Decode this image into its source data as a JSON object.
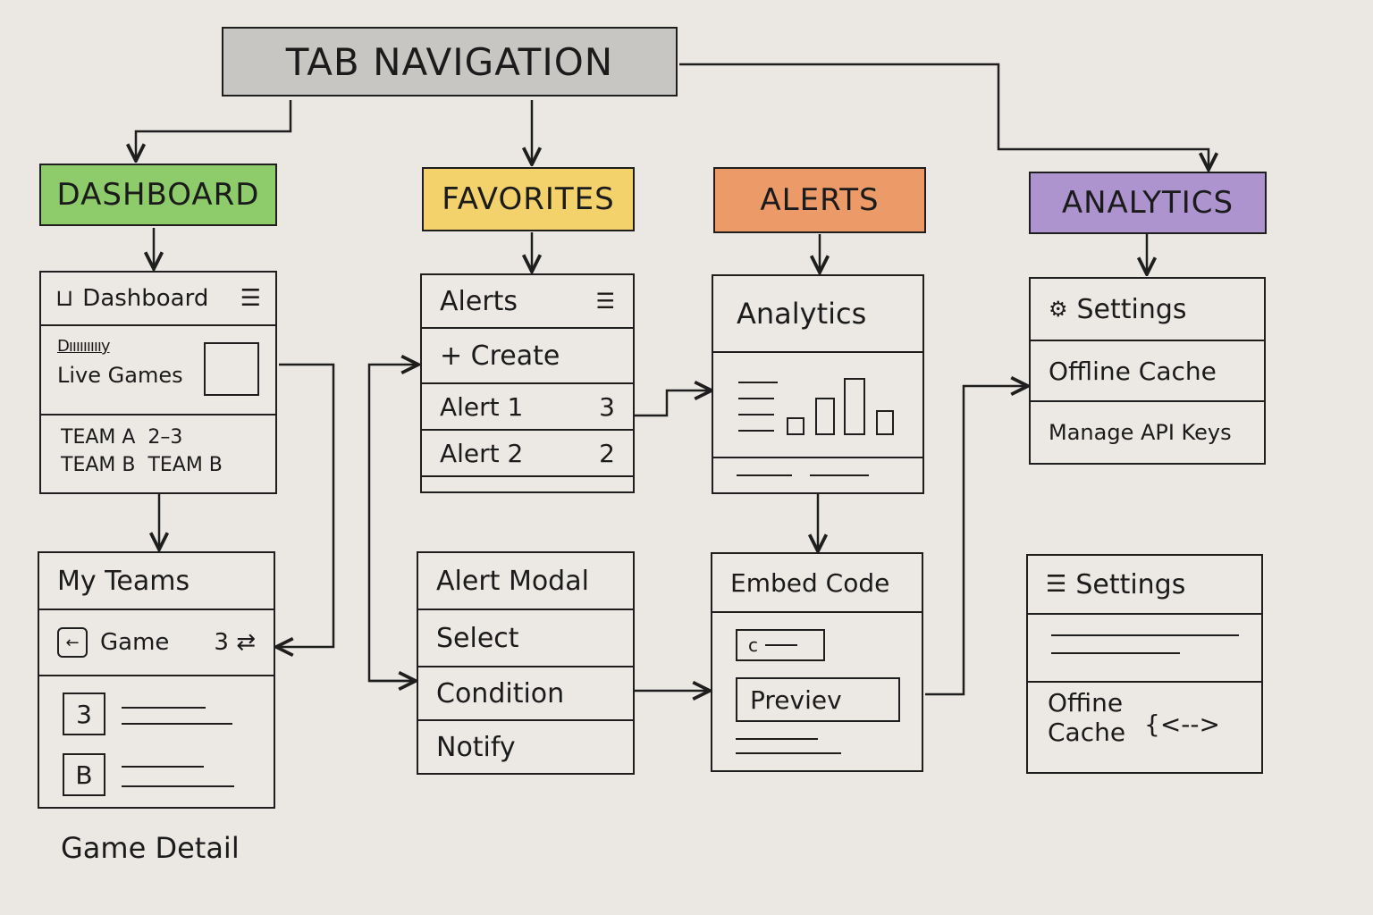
{
  "root": {
    "label": "TAB NAVIGATION"
  },
  "colors": {
    "root": "#c8c6c3",
    "dashboard": "#8ecb6b",
    "favorites": "#f3d16b",
    "alerts": "#ec9a68",
    "analytics": "#ad94cf"
  },
  "categories": {
    "dashboard": "DASHBOARD",
    "favorites": "FAVORITES",
    "alerts": "ALERTS",
    "analytics": "ANALYTICS"
  },
  "dashboard_screen": {
    "icon": "dashboard-icon",
    "title": "Dashboard",
    "menu_icon": "hamburger-icon",
    "scribble": "Dıııııııııy",
    "live_games": "Live Games",
    "score_line_1": "TEAM A  2–3",
    "score_line_2": "TEAM B  TEAM B"
  },
  "alerts_screen": {
    "title": "Alerts",
    "menu_icon": "hamburger-icon",
    "create": "+ Create",
    "items": [
      {
        "label": "Alert 1",
        "count": "3"
      },
      {
        "label": "Alert 2",
        "count": "2"
      }
    ]
  },
  "analytics_screen": {
    "title": "Analytics"
  },
  "settings_screen": {
    "icon": "gear-icon",
    "title": "Settings",
    "items": [
      "Offline Cache",
      "Manage API Keys"
    ]
  },
  "my_teams_screen": {
    "title": "My Teams",
    "back_icon": "back-arrow-icon",
    "game_label": "Game",
    "game_score": "3 ⇄",
    "rows": [
      "3",
      "B"
    ]
  },
  "game_detail_label": "Game Detail",
  "alert_modal": {
    "title": "Alert Modal",
    "items": [
      "Select",
      "Condition",
      "Notify"
    ]
  },
  "embed_code": {
    "title": "Embed Code",
    "code_field": "c",
    "preview": "Previev"
  },
  "settings_screen_2": {
    "icon": "stack-icon",
    "title": "Settings",
    "offline_line_1": "Offine",
    "offline_line_2": "Cache",
    "code_glyph": "{<-->"
  }
}
